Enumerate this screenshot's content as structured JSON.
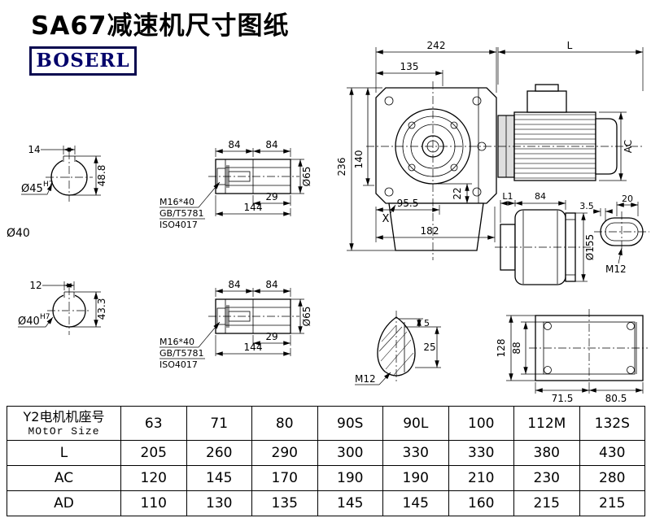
{
  "title": "SA67减速机尺寸图纸",
  "logo": "BOSERL",
  "views": {
    "shaft_top": {
      "w": "14",
      "dia": "Ø45",
      "tol": "H7",
      "h": "48.8"
    },
    "mid_label": "Ø40",
    "shaft_bottom": {
      "w": "12",
      "dia": "Ø40",
      "tol": "H7",
      "h": "43.3"
    },
    "hollow": {
      "seg1": "84",
      "seg2": "84",
      "bore": "29",
      "len": "144",
      "dia": "Ø65",
      "bolt": "M16*40",
      "std1": "GB/T5781",
      "std2": "ISO4017"
    },
    "main": {
      "w": "242",
      "w2": "135",
      "len": "L",
      "h": "236",
      "h2": "140",
      "off": "22",
      "d1": "95.5",
      "d2": "182",
      "mark": "X",
      "ac": "AC"
    },
    "side": {
      "l1": "L1",
      "w": "84",
      "dia": "Ø155",
      "ch": "3.5",
      "kw": "20",
      "thread": "M12"
    },
    "plan": {
      "h": "128",
      "h2": "88",
      "w1": "71.5",
      "w2": "80.5"
    },
    "plug": {
      "t": "5",
      "d": "25",
      "thread": "M12"
    }
  },
  "table": {
    "col0_line1": "Y2电机机座号",
    "col0_line2": "MOtOr Size",
    "headers": [
      "63",
      "71",
      "80",
      "90S",
      "90L",
      "100",
      "112M",
      "132S"
    ],
    "rows": [
      {
        "label": "L",
        "values": [
          "205",
          "260",
          "290",
          "300",
          "330",
          "330",
          "380",
          "430"
        ]
      },
      {
        "label": "AC",
        "values": [
          "120",
          "145",
          "170",
          "190",
          "190",
          "210",
          "230",
          "280"
        ]
      },
      {
        "label": "AD",
        "values": [
          "110",
          "130",
          "135",
          "145",
          "145",
          "160",
          "215",
          "215"
        ]
      }
    ]
  }
}
